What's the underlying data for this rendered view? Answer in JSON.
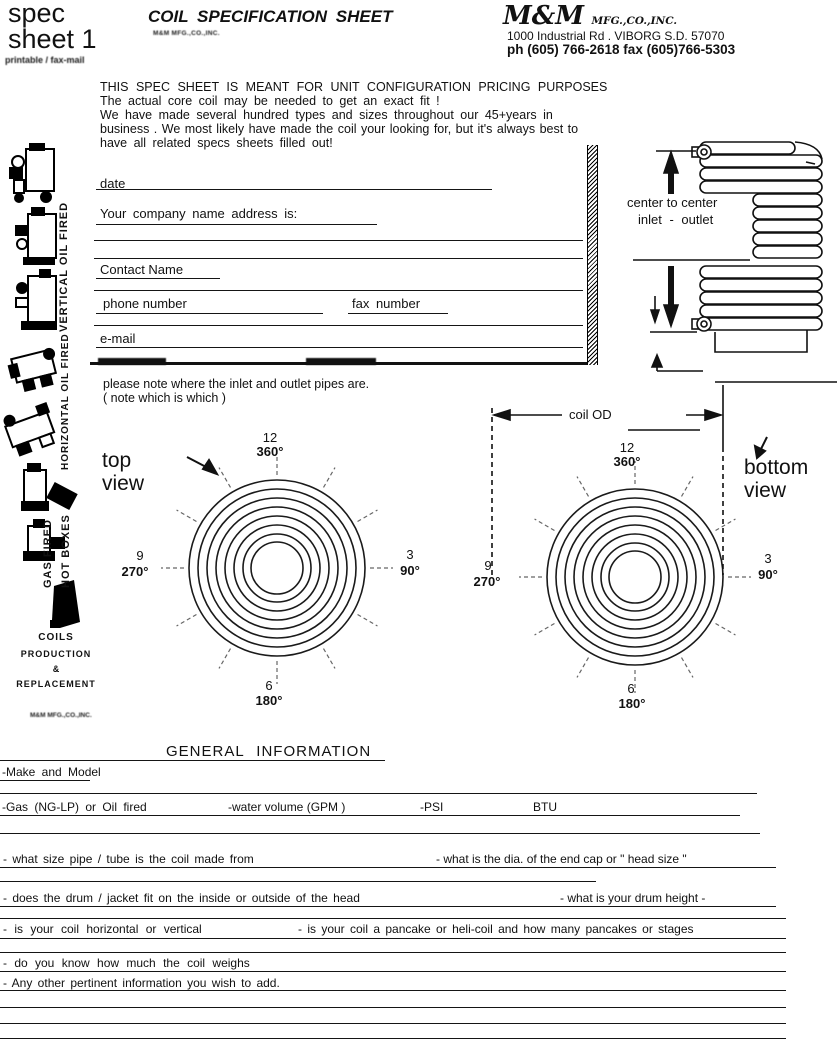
{
  "header": {
    "spec_line1": "spec",
    "spec_line2": "sheet 1",
    "spec_note": "printable / fax-mail",
    "title": "COIL SPECIFICATION SHEET",
    "title_stamp": "M&M MFG.,CO.,INC.",
    "logo_big": "M&M",
    "logo_small": "MFG.,CO.,INC.",
    "address": "1000 Industrial Rd . VIBORG S.D. 57070",
    "phone": "ph (605) 766-2618 fax (605)766-5303"
  },
  "intro": {
    "line1": "THIS SPEC SHEET IS MEANT FOR UNIT CONFIGURATION PRICING PURPOSES",
    "line2": "The actual core coil may be needed to get an exact fit !",
    "line3": "We have made several hundred types and sizes throughout our 45+years in",
    "line4": "business . We most likely have made the coil your looking for, but it's always best to",
    "line5": "have all related specs sheets filled out!"
  },
  "form": {
    "date": "date",
    "company": "Your company name address is:",
    "contact": "Contact Name",
    "phone": "phone number",
    "fax": "fax number",
    "email": "e-mail"
  },
  "note": {
    "line1": "please note where the inlet and outlet pipes are.",
    "line2": "( note which is which )"
  },
  "diagram": {
    "dim1": "center to center",
    "dim2": "inlet - outlet",
    "coil_od": "coil OD",
    "top_view": "top view",
    "bottom_view": "bottom view",
    "clock12": "12",
    "deg360": "360°",
    "clock3": "3",
    "deg90": "90°",
    "clock6": "6",
    "deg180": "180°",
    "clock9": "9",
    "deg270": "270°"
  },
  "sidebar": {
    "vertical": "VERTICAL OIL FIRED",
    "horizontal": "HORIZONTAL OIL FIRED",
    "gas": "GAS FIRED",
    "hot": "HOT BOXES",
    "coils_line1": "COILS",
    "coils_line2": "PRODUCTION",
    "coils_line3": "&",
    "coils_line4": "REPLACEMENT",
    "stamp": "M&M MFG.,CO.,INC."
  },
  "general": {
    "heading": "GENERAL INFORMATION",
    "make": "-Make and Model",
    "gas": "-Gas (NG-LP) or Oil fired",
    "water": "-water volume (GPM )",
    "psi": "-PSI",
    "btu": "BTU",
    "pipe": "- what size pipe / tube is the coil made from",
    "headsize": "- what is the dia. of the end cap or \" head size \"",
    "drum": "- does the drum / jacket fit on the inside or outside of the head",
    "drumheight": "- what is your drum height -",
    "orient": "- is your coil horizontal or vertical",
    "pancake": "- is your coil a pancake or heli-coil and how many pancakes or stages",
    "weight": "- do you know how much the coil weighs",
    "other": "- Any other pertinent information you wish to add."
  }
}
